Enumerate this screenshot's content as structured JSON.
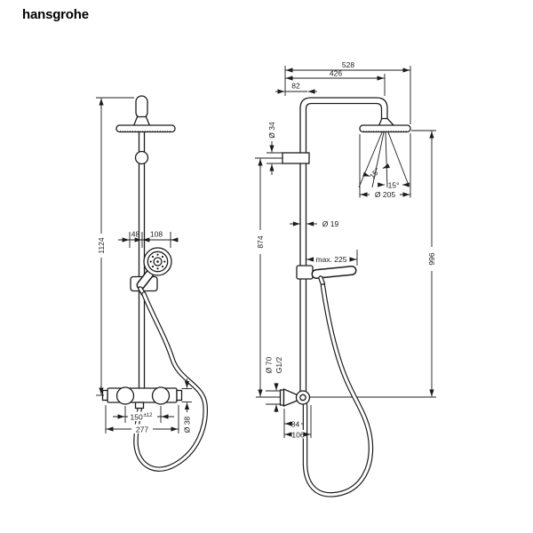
{
  "brand": {
    "logo": "hansgrohe"
  },
  "front_view": {
    "total_height": "1124",
    "handshower_offset": "48",
    "handshower_diameter": "108",
    "connection_distance": "150",
    "connection_tolerance": "±12",
    "mixer_width": "277",
    "mixer_diameter": "Ø 38"
  },
  "side_view": {
    "projection_total": "528",
    "projection_center": "426",
    "riser_offset": "82",
    "bracket_diameter": "Ø 34",
    "pipe_diameter": "Ø 19",
    "handshower_projection": "max. 225",
    "bracket_height": "874",
    "riser_height": "996",
    "spray_angle_left": "15°",
    "spray_angle_right": "15°",
    "head_diameter": "Ø 205",
    "escutcheon_diameter": "Ø 70",
    "connection_thread": "G1/2",
    "outlet_depth_center": "84",
    "outlet_depth_total": "106"
  }
}
